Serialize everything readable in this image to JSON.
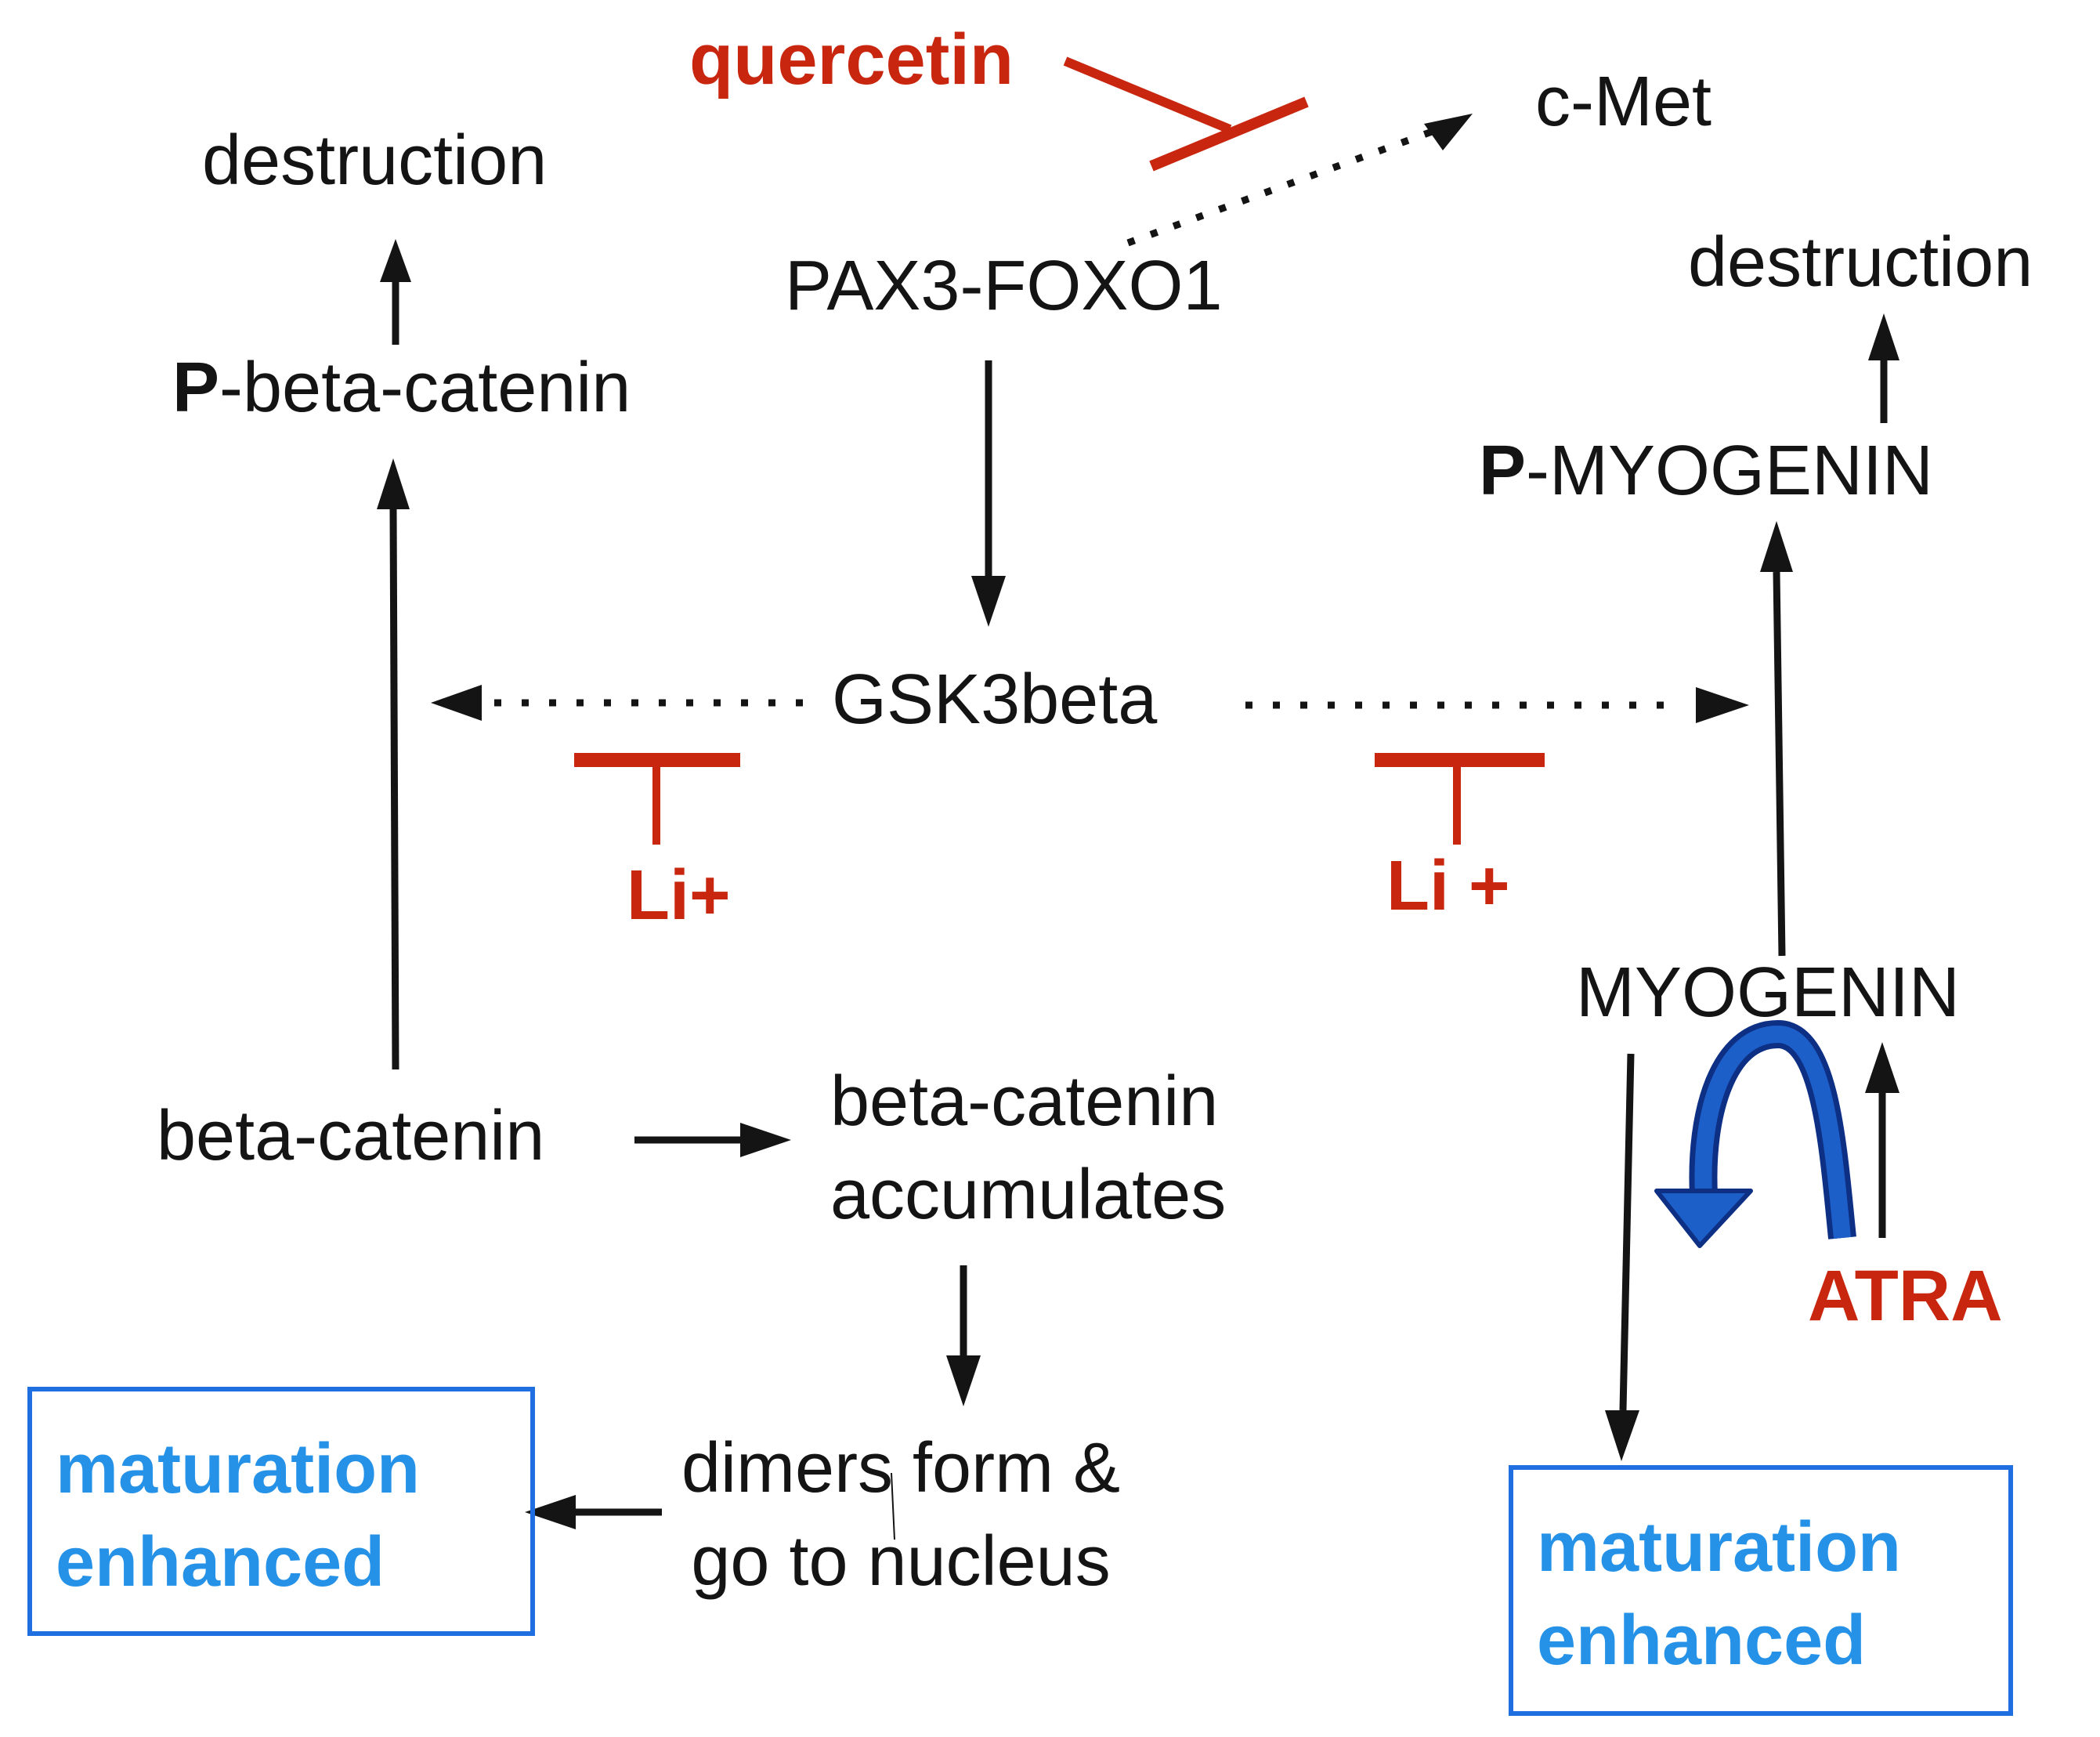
{
  "nodes": {
    "quercetin": "quercetin",
    "cmet": "c-Met",
    "destruction_left": "destruction",
    "pax3_foxo1": "PAX3-FOXO1",
    "destruction_right": "destruction",
    "p_beta_catenin_prefix": "P",
    "p_beta_catenin_suffix": "-beta-catenin",
    "p_myogenin_prefix": "P",
    "p_myogenin_suffix": "-MYOGENIN",
    "gsk3beta": "GSK3beta",
    "li_left": "Li+",
    "li_right": "Li +",
    "myogenin": "MYOGENIN",
    "beta_catenin": "beta-catenin",
    "beta_catenin_accumulates_line1": "beta-catenin",
    "beta_catenin_accumulates_line2": "accumulates",
    "atra": "ATRA",
    "dimers_line1": "dimers form &",
    "dimers_line2": "go to nucleus",
    "maturation_left_line1": "maturation",
    "maturation_left_line2": "enhanced",
    "maturation_right_line1": "maturation",
    "maturation_right_line2": "enhanced"
  },
  "colors": {
    "text": "#141414",
    "inhibitor": "#c8260f",
    "outcome_text": "#2592e8",
    "outcome_border": "#1f6fe0",
    "curved_arrow": "#1a52b8"
  }
}
